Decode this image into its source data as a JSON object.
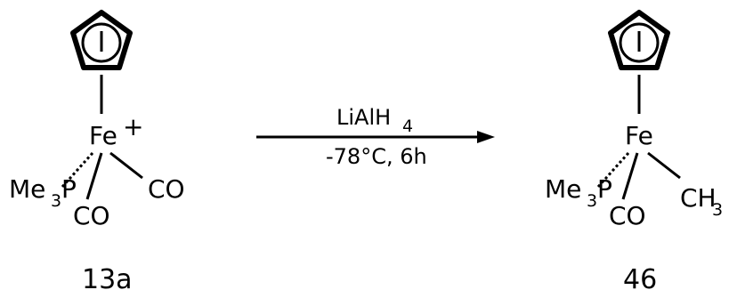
{
  "reactant": {
    "metal": "Fe",
    "charge": "+",
    "phosphine_me": "Me",
    "phosphine_sub": "3",
    "phosphine_p": "P",
    "co_bottom": "CO",
    "co_right": "CO",
    "compound_label": "13a"
  },
  "arrow": {
    "reagent_main": "LiAlH",
    "reagent_sub": "4",
    "conditions": "-78°C, 6h"
  },
  "product": {
    "metal": "Fe",
    "phosphine_me": "Me",
    "phosphine_sub": "3",
    "phosphine_p": "P",
    "co_bottom": "CO",
    "methyl_main": "CH",
    "methyl_sub": "3",
    "compound_label": "46"
  }
}
